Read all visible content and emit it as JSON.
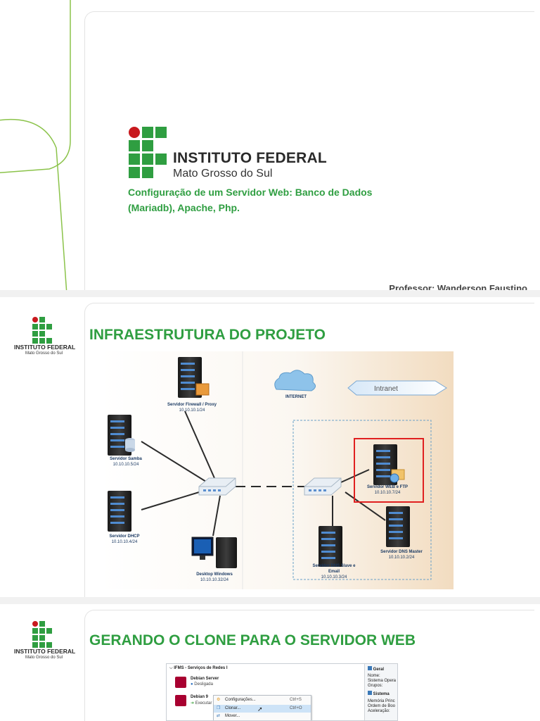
{
  "slide1": {
    "brand_line1": "INSTITUTO FEDERAL",
    "brand_line2": "Mato Grosso do Sul",
    "subtitle_line1": "Configuração de um Servidor Web: Banco de Dados",
    "subtitle_line2": "(Mariadb), Apache, Php.",
    "professor": "Professor: Wanderson Faustino"
  },
  "slide2": {
    "logo_line1": "INSTITUTO FEDERAL",
    "logo_line2": "Mato Grosso do Sul",
    "title": "INFRAESTRUTURA DO PROJETO",
    "diagram": {
      "firewall_label": "Servidor Firewall / Proxy",
      "firewall_ip": "10.10.10.1/24",
      "internet_label": "INTERNET",
      "intranet_label": "Intranet",
      "samba_label": "Servidor Samba",
      "samba_ip": "10.10.10.5/24",
      "dhcp_label": "Servidor DHCP",
      "dhcp_ip": "10.10.10.4/24",
      "desktop_label": "Desktop Windows",
      "desktop_ip": "10.10.10.32/24",
      "web_label": "Servidor WEB e FTP",
      "web_ip": "10.10.10.7/24",
      "dns_slave_label": "Servidor DNS Slave e",
      "dns_slave_label2": "Email",
      "dns_slave_ip": "10.10.10.3/24",
      "dns_master_label": "Servidor DNS Master",
      "dns_master_ip": "10.10.10.2/24"
    }
  },
  "slide3": {
    "logo_line1": "INSTITUTO FEDERAL",
    "logo_line2": "Mato Grosso do Sul",
    "title": "GERANDO O CLONE PARA O SERVIDOR WEB",
    "vbox": {
      "group": "IFMS - Serviços de Redes I",
      "vm1_name": "Debian Server",
      "vm1_state": "Desligada",
      "vm2_name": "Debian 9",
      "vm2_state": "Executar",
      "menu1": "Configurações...",
      "menu1_key": "Ctrl+S",
      "menu2": "Clonar...",
      "menu2_key": "Ctrl+O",
      "menu3": "Mover...",
      "side_geral": "Geral",
      "side_nome": "Nome:",
      "side_so": "Sistema Opera",
      "side_grupos": "Grupos:",
      "side_sistema": "Sistema",
      "side_mem": "Memória Princ",
      "side_boot": "Ordem de Boo",
      "side_acel": "Aceleração:"
    }
  }
}
